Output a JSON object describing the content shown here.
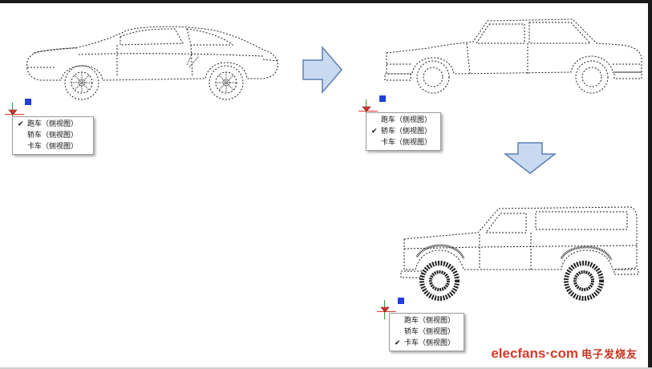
{
  "menu_items": {
    "sports": "跑车（侧视图）",
    "sedan": "轿车（侧视图）",
    "truck": "卡车（侧视图）"
  },
  "menus": [
    {
      "id": "menu-1",
      "checked": "sports"
    },
    {
      "id": "menu-2",
      "checked": "sedan"
    },
    {
      "id": "menu-3",
      "checked": "truck"
    }
  ],
  "check_mark": "✔",
  "watermark": {
    "brand": "elecfans·com",
    "cn": "电子发烧友"
  },
  "colors": {
    "arrow_fill": "#c9daf0",
    "arrow_stroke": "#5b7fb5",
    "grip": "#1f3fd8",
    "ucs_x": "#e53935",
    "ucs_y": "#2e9e3a",
    "watermark": "#d83a2a"
  }
}
